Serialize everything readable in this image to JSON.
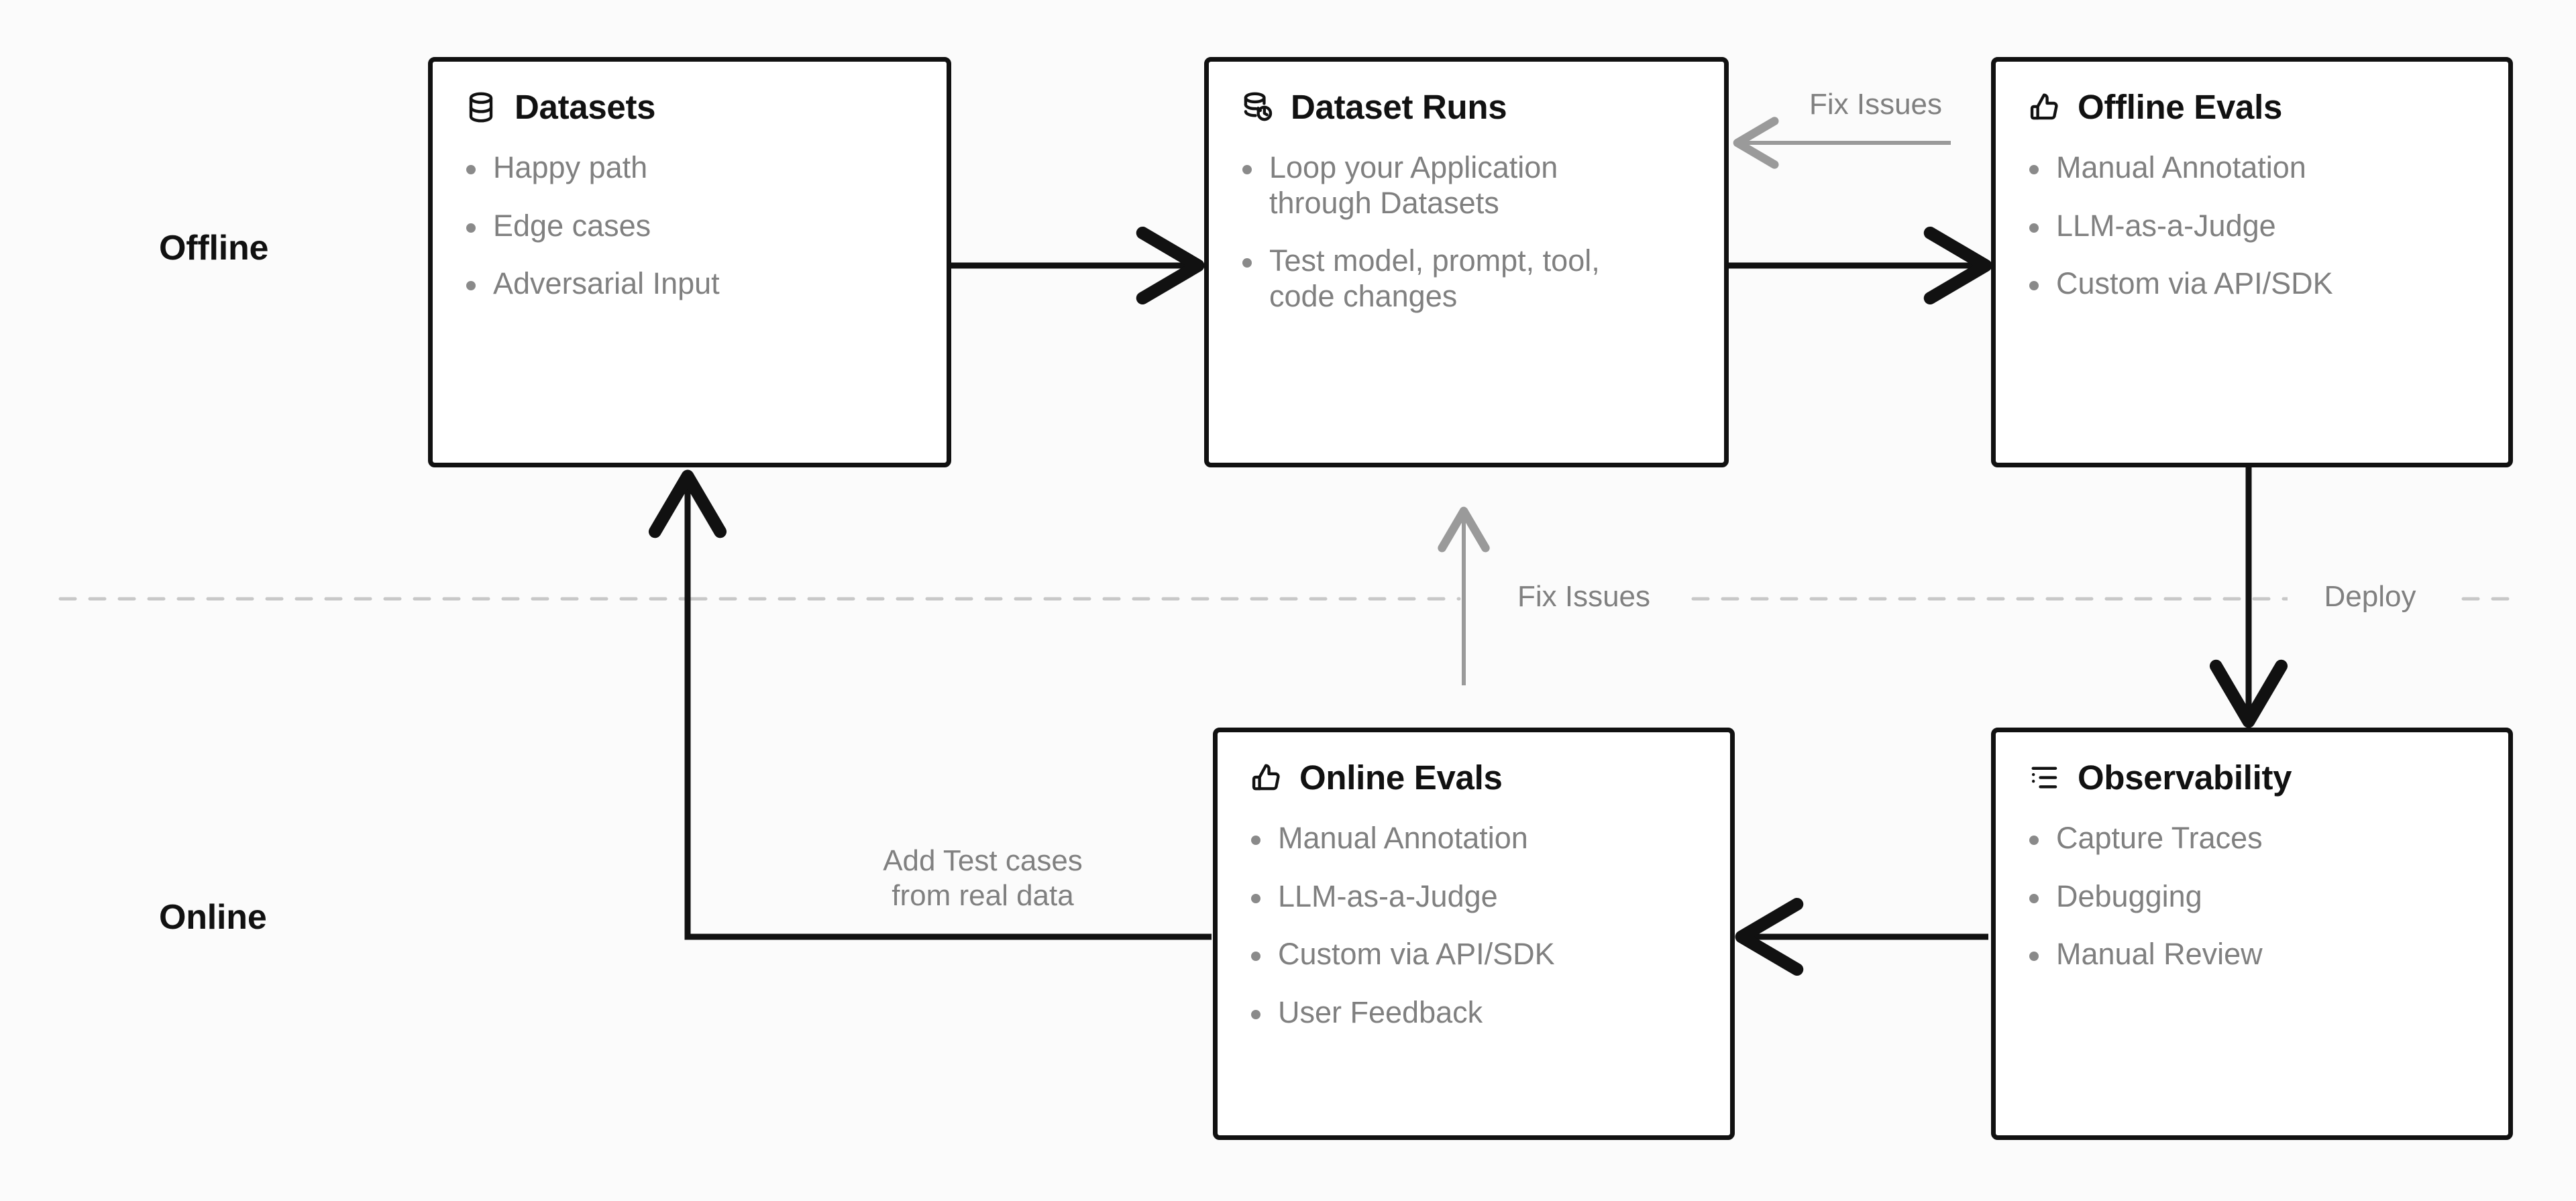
{
  "zones": [
    {
      "label": "Offline"
    },
    {
      "label": "Online"
    }
  ],
  "cards": {
    "datasets": {
      "icon": "database-icon",
      "title": "Datasets",
      "bullets": [
        "Happy path",
        "Edge cases",
        "Adversarial Input"
      ]
    },
    "dataset_runs": {
      "icon": "database-refresh-icon",
      "title": "Dataset Runs",
      "bullets": [
        "Loop your Application\nthrough Datasets",
        "Test model, prompt, tool,\ncode changes"
      ]
    },
    "offline_evals": {
      "icon": "thumbs-up-icon",
      "title": "Offline Evals",
      "bullets": [
        "Manual Annotation",
        "LLM-as-a-Judge",
        "Custom via API/SDK"
      ]
    },
    "online_evals": {
      "icon": "thumbs-up-icon",
      "title": "Online Evals",
      "bullets": [
        "Manual Annotation",
        "LLM-as-a-Judge",
        "Custom via API/SDK",
        "User Feedback"
      ]
    },
    "observability": {
      "icon": "list-tree-icon",
      "title": "Observability",
      "bullets": [
        "Capture Traces",
        "Debugging",
        "Manual Review"
      ]
    }
  },
  "edges": {
    "fix_issues_top": "Fix Issues",
    "fix_issues_mid": "Fix Issues",
    "deploy": "Deploy",
    "add_test_cases": "Add Test cases\nfrom real data"
  },
  "colors": {
    "background": "#fbfbfb",
    "stroke_strong": "#111111",
    "stroke_soft": "#9a9a9a",
    "divider": "#c8c8c8",
    "text_muted": "#808080",
    "text_strong": "#111111"
  }
}
